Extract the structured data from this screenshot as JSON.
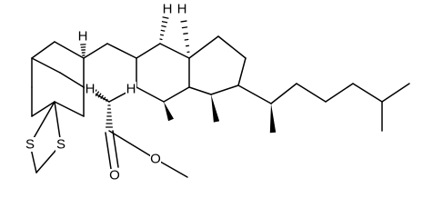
{
  "molecule": {
    "atom_labels": {
      "h_b": "H",
      "h_c": "H",
      "h_d": "H",
      "h_e": "H",
      "h_f": "H",
      "s_left": "S",
      "s_right": "S",
      "o_carbonyl": "O",
      "o_ester": "O"
    }
  },
  "colors": {
    "ink": "#000000",
    "background": "#ffffff"
  }
}
